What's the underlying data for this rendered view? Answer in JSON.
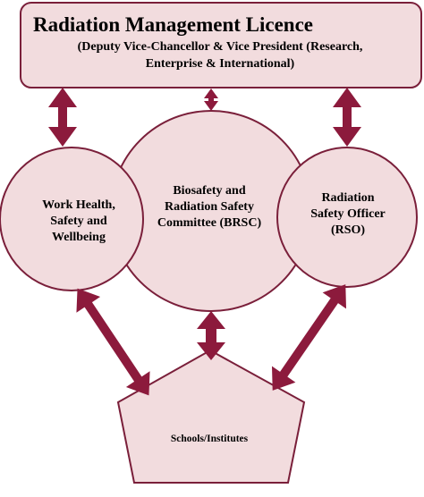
{
  "licence": {
    "title": "Radiation Management Licence",
    "subtitle_line1": "(Deputy Vice-Chancellor & Vice President (Research,",
    "subtitle_line2": "Enterprise & International)"
  },
  "nodes": {
    "whs": {
      "line1": "Work Health,",
      "line2": "Safety and",
      "line3": "Wellbeing"
    },
    "brsc": {
      "line1": "Biosafety and",
      "line2": "Radiation Safety",
      "line3": "Committee (BRSC)"
    },
    "rso": {
      "line1": "Radiation",
      "line2": "Safety Officer",
      "line3": "(RSO)"
    },
    "schools": {
      "label": "Schools/Institutes"
    }
  },
  "colors": {
    "shape_fill": "#f2dcde",
    "shape_stroke": "#7a1f3a",
    "arrow": "#8c1a3c"
  }
}
